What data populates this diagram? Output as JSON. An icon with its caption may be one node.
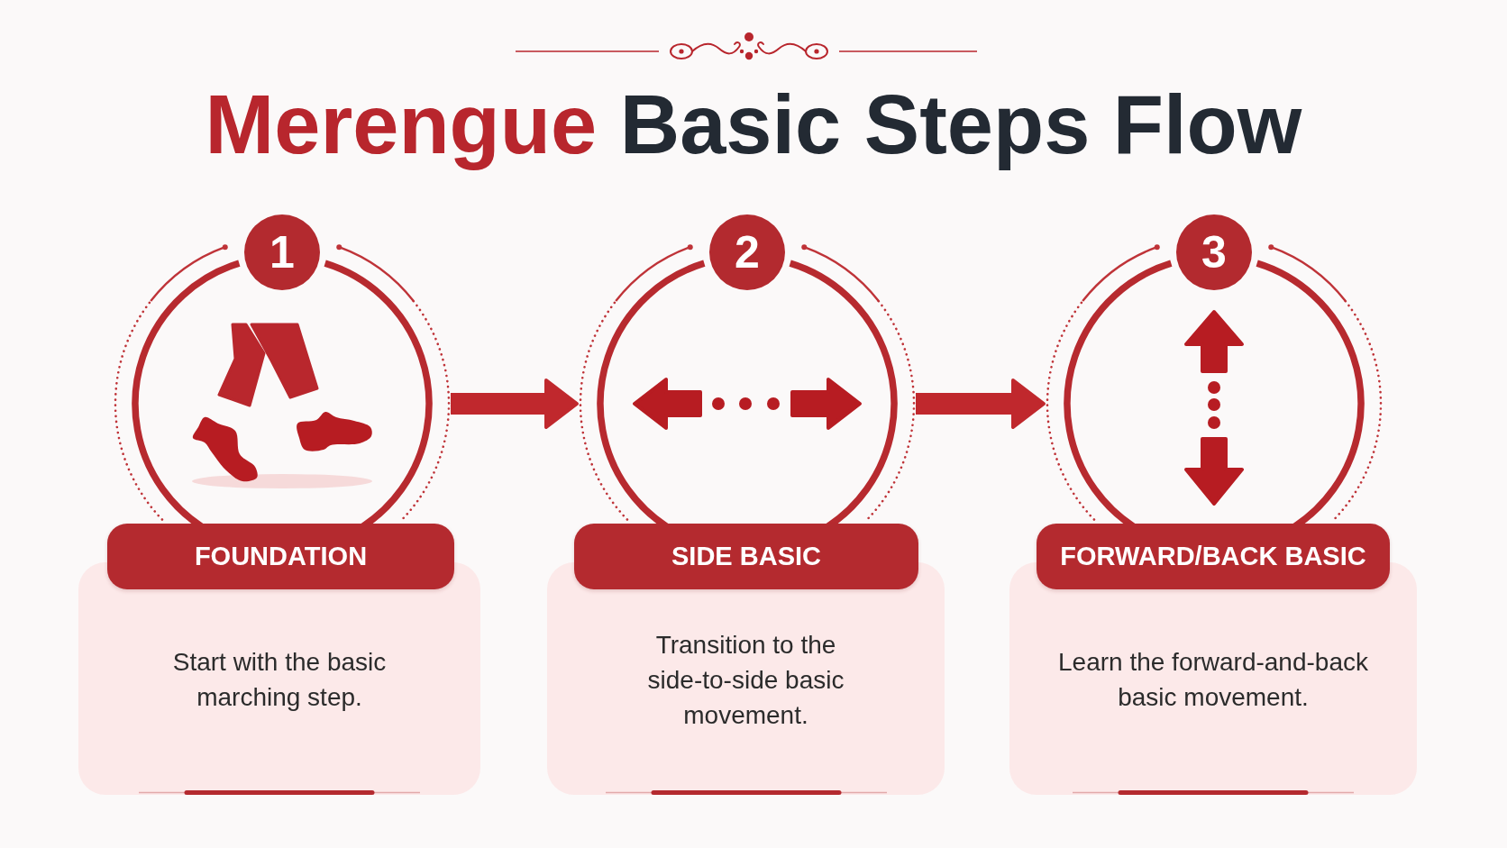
{
  "diagram": {
    "title": "Merengue Basic Steps Flow",
    "nodes": [
      {
        "text": [
          "1"
        ]
      },
      {
        "text": [],
        "shape": "circle"
      },
      {
        "text": [
          "FOUNDATION"
        ]
      },
      {
        "text": [
          "Start with the basic marching step."
        ]
      },
      {
        "text": [
          "2"
        ]
      },
      {
        "text": [],
        "shape": "circle"
      },
      {
        "text": [
          "SIDE BASIC"
        ]
      },
      {
        "text": [
          "Transition to the side-to-side basic movement."
        ]
      },
      {
        "text": [
          "3"
        ]
      },
      {
        "text": [],
        "shape": "circle"
      },
      {
        "text": [
          "FORWARD/BACK BASIC"
        ]
      },
      {
        "text": [
          "Learn the forward-and-back basic movement."
        ]
      }
    ],
    "edges": [
      {
        "from": 1,
        "to": 5,
        "arrow": "to"
      },
      {
        "from": 5,
        "to": 9,
        "arrow": "to"
      }
    ]
  }
}
